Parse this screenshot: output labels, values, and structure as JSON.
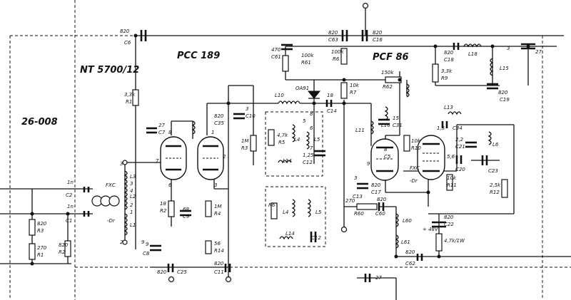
{
  "headings": {
    "tuner": "NT 5700/12",
    "tube1": "PCC 189",
    "tube2": "PCF 86",
    "ref": "26-008"
  },
  "labels": {
    "c6_v": "820",
    "c6_n": "C6",
    "c63_v": "820",
    "c63_n": "C63",
    "c16_v": "820",
    "c16_n": "C16",
    "c61_v": "470",
    "c61_n": "C61",
    "r61_v": "100k",
    "r61_n": "R61",
    "r6_v": "100k",
    "r6_n": "R6",
    "r1_v": "3,3k",
    "r1_n": "R1",
    "c7_v": "27",
    "c7_n": "C7",
    "c35_v": "820",
    "c35_n": "C35",
    "c10_v": "3",
    "c10_n": "C10",
    "r3b_v": "1M",
    "r3b_n": "R3",
    "l10": "L10",
    "oa91": "OA91",
    "c14_v": "18",
    "c14_n": "C14",
    "r7_v": "10k",
    "r7_n": "R7",
    "r62_v": "150k",
    "r62_n": "R62",
    "c18_v": "820",
    "c18_n": "C18",
    "l18": "L18",
    "r9_v": "3,3k",
    "r9_n": "R9",
    "l15": "L15",
    "c19_v": "820",
    "c19_n": "C19",
    "n3": "3",
    "n27": "27",
    "l11": "L11",
    "l16": "L16",
    "c31_v": "15",
    "c31_n": "C31",
    "l13": "L13",
    "c15x_v": "1,5",
    "c34_n": "C34",
    "c21_v": "2,2",
    "c21_n": "C21",
    "l6": "L6",
    "r5_v": "4,7k",
    "r5_n": "R5",
    "l4": "L4",
    "l5": "L5",
    "l14": "L14",
    "c12_v": "1,25",
    "c12_n": "C12",
    "c5_v": "8",
    "c5_n": "C5",
    "r10_v": "10k",
    "r10_n": "R10",
    "c20_v": "5,6",
    "c20_n": "C20",
    "c23_n": "C23",
    "c13_v": "3",
    "c13_n": "C13",
    "c17_v": "820",
    "c17_n": "C17",
    "fxc2": "FXC",
    "dr2": "-Dr",
    "r11_v": "10k",
    "r11_n": "R11",
    "r12_v": "2,5k",
    "r12_n": "R12",
    "fxc1": "FXC",
    "dr1": "-Dr",
    "l3": "L3",
    "l2": "L2",
    "l1": "L1",
    "c2_v": "1n",
    "c2_n": "C2",
    "c1_v": "1n",
    "c1_n": "C1",
    "r3_v": "820",
    "r3_n": "R3",
    "r1b_v": "270",
    "r1b_n": "R1",
    "r2b_v": "820",
    "r2b_n": "R2",
    "r2_v": "18",
    "r2_n": "R2",
    "c9_v": "68",
    "c9_n": "C9",
    "r4_v": "1M",
    "r4_n": "R4",
    "r14_v": "56",
    "r14_n": "R14",
    "c8_v": "9",
    "c8_n": "C8",
    "c25_v": "820",
    "c25_n": "C25",
    "c11_v": "820",
    "c11_n": "C11",
    "r6b_v": "R6",
    "l4b": "L4",
    "l5b": "L5",
    "l14b": "L14",
    "c12b": "C12",
    "r60_v": "270",
    "r60_n": "R60",
    "c60_v": "820",
    "c60_n": "C60",
    "l60": "L60",
    "l61": "L61",
    "c22_v": "820",
    "c22_n": "C22",
    "hv": "+ 48V",
    "r13_v": "4,7k/1W",
    "c62_v": "820",
    "c62_n": "C62",
    "c27": "27",
    "pin7a": "7",
    "pin8a": "8",
    "pin1a": "1",
    "pin6a": "6",
    "pin2a": "2",
    "pin3a": "3",
    "pin3b": "3",
    "pin2b": "2",
    "pin9b": "9",
    "pin5": "5",
    "pin6": "6",
    "pin8": "8",
    "pin7": "7",
    "pin9": "9",
    "cl3": "3",
    "cl4": "4",
    "cl2": "2",
    "cl1": "1"
  }
}
